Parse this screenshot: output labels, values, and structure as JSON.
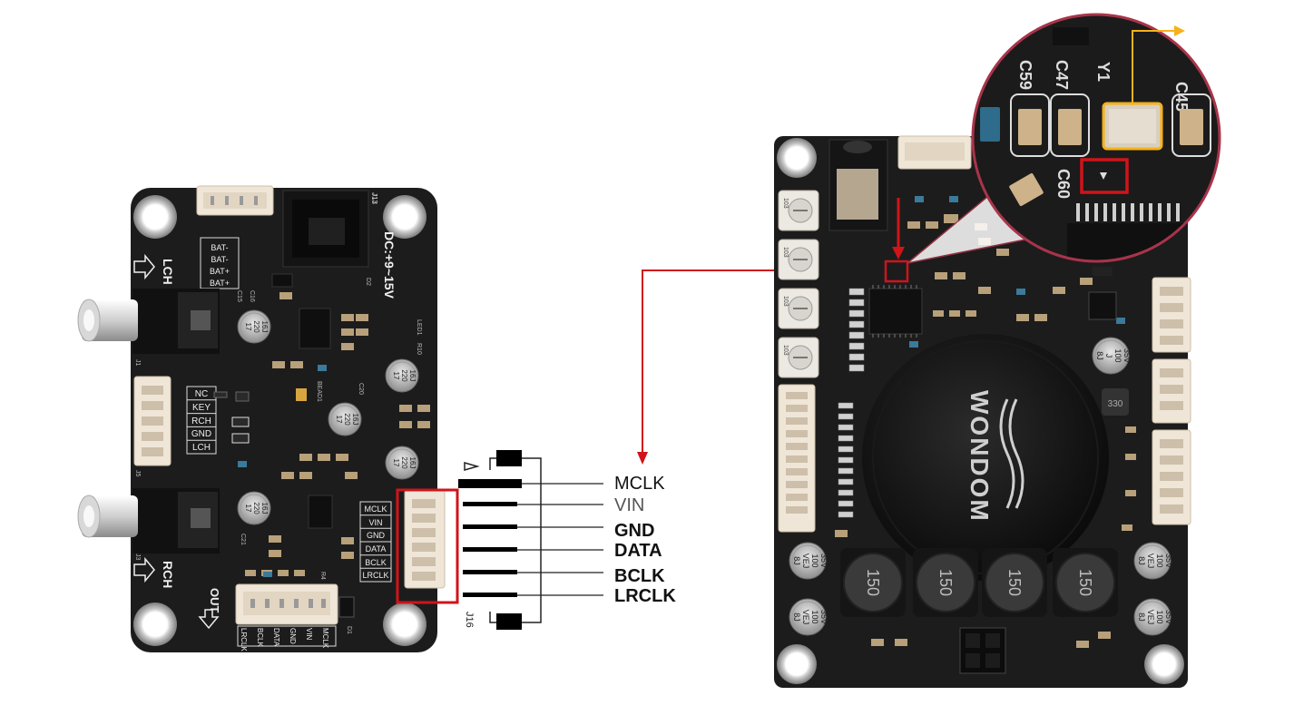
{
  "diagram": {
    "pins": [
      {
        "label": "MCLK",
        "weight": "normal",
        "tone": "dark"
      },
      {
        "label": "VIN",
        "weight": "normal",
        "tone": "light"
      },
      {
        "label": "GND",
        "weight": "bold",
        "tone": "dark"
      },
      {
        "label": "DATA",
        "weight": "bold",
        "tone": "dark"
      },
      {
        "label": "BCLK",
        "weight": "bold",
        "tone": "dark"
      },
      {
        "label": "LRCLK",
        "weight": "bold",
        "tone": "dark"
      }
    ],
    "connector_ref": "J16",
    "left_board": {
      "top_connector_labels": [
        "BAT-",
        "BAT-",
        "BAT+",
        "BAT+"
      ],
      "dc_label": "DC:+9~15V",
      "lch_label": "LCH",
      "rch_label": "RCH",
      "out_label": "OUT",
      "input_labels": [
        "NC",
        "KEY",
        "RCH",
        "GND",
        "LCH"
      ],
      "i2s_labels": [
        "MCLK",
        "VIN",
        "GND",
        "DATA",
        "BCLK",
        "LRCLK"
      ],
      "out_pin_labels": [
        "LRCLK",
        "BCLK",
        "DATA",
        "GND",
        "VIN",
        "MCLK"
      ],
      "cap_marks": [
        "17\n220\n16J",
        "17\n220\n16J",
        "17\n220\n16J",
        "17\n220\n16J",
        "17\n220\n16J"
      ],
      "refs": [
        "J13",
        "J1",
        "J5",
        "J3",
        "C15",
        "C16",
        "C20",
        "C21",
        "D1",
        "D2",
        "LED1",
        "BEAD1",
        "R10",
        "R4"
      ]
    },
    "right_board": {
      "logo": "WONDOM",
      "inductor_marks": [
        "150",
        "150",
        "150",
        "150"
      ],
      "cap_marks": [
        "8J\nVEJ\n100\n35V",
        "8J\nVEJ\n100\n35V",
        "8J\nVEJ\n100\n35V",
        "8J\nVEJ\n100\n35V",
        "8J\nJ\n100\n35V"
      ],
      "inductor_small": "330",
      "pot_marks": [
        "103",
        "103",
        "103",
        "103"
      ],
      "zoom_labels": [
        "C59",
        "C47",
        "Y1",
        "C45",
        "C60"
      ]
    },
    "colors": {
      "board": "#1c1c1c",
      "highlight_red": "#d0141a",
      "highlight_amber": "#f5b21b",
      "zoom_ring": "#a8344a",
      "connector": "#efe6d8"
    }
  }
}
